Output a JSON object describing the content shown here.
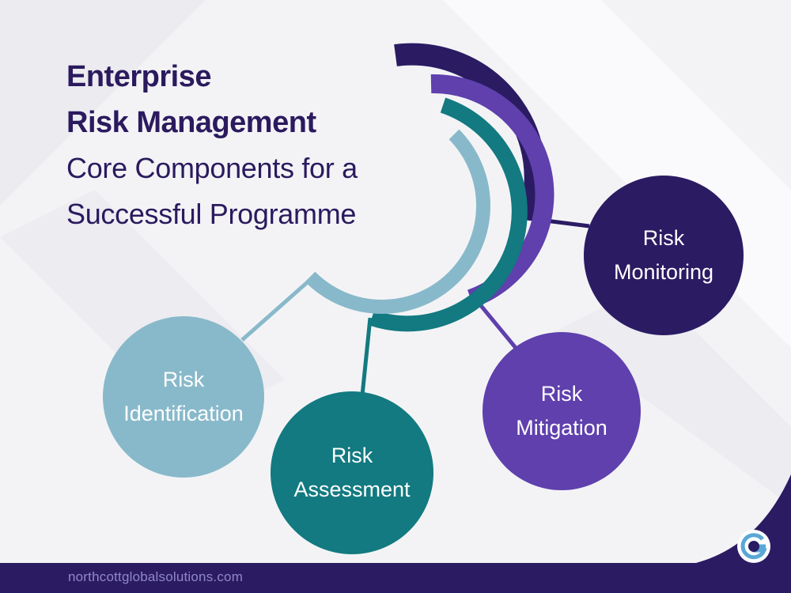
{
  "title": {
    "line1": "Enterprise",
    "line2": "Risk Management",
    "line3": "Core Components for a",
    "line4": "Successful Programme"
  },
  "components": {
    "monitoring": {
      "line1": "Risk",
      "line2": "Monitoring",
      "color": "#2b1b63"
    },
    "mitigation": {
      "line1": "Risk",
      "line2": "Mitigation",
      "color": "#5f40ad"
    },
    "assessment": {
      "line1": "Risk",
      "line2": "Assessment",
      "color": "#127a80"
    },
    "identification": {
      "line1": "Risk",
      "line2": "Identification",
      "color": "#88b9ca"
    }
  },
  "footer": {
    "url": "northcottglobalsolutions.com"
  },
  "colors": {
    "title": "#2b1a5e",
    "background": "#f3f3f6",
    "footer": "#2b1b63"
  }
}
